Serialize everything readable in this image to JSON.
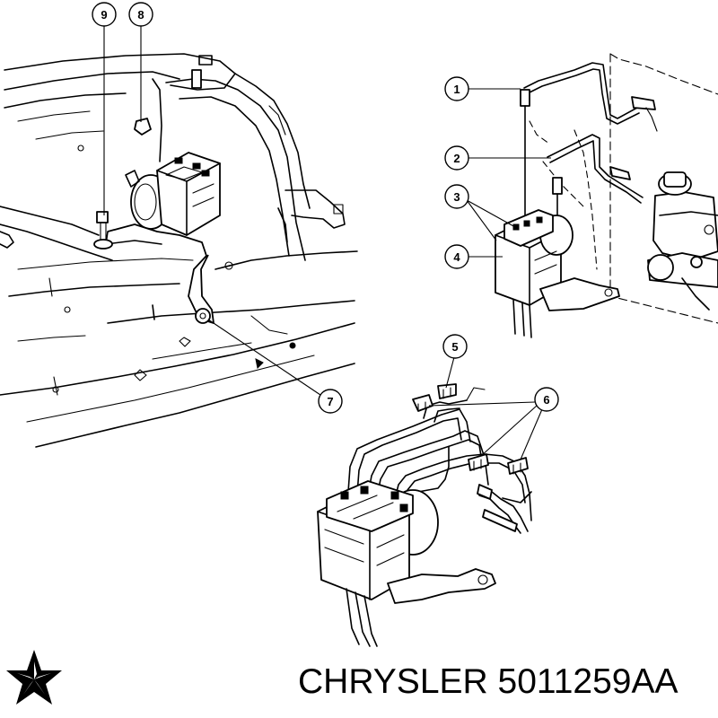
{
  "caption": {
    "brand": "CHRYSLER",
    "part_number": "5011259AA"
  },
  "callouts": [
    "1",
    "2",
    "3",
    "4",
    "5",
    "6",
    "7",
    "8",
    "9"
  ],
  "logo": {
    "icon": "pentastar-logo-icon"
  }
}
